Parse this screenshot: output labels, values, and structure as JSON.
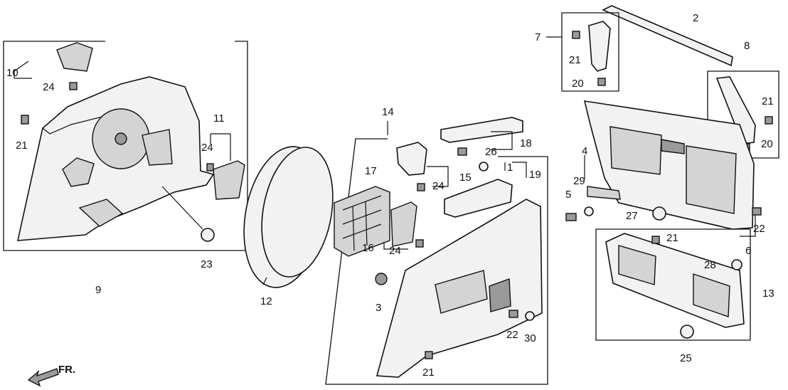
{
  "labels": {
    "c1": "1",
    "c2": "2",
    "c3": "3",
    "c4": "4",
    "c5": "5",
    "c6": "6",
    "c7": "7",
    "c8": "8",
    "c9": "9",
    "c10": "10",
    "c11": "11",
    "c12": "12",
    "c13": "13",
    "c14": "14",
    "c15": "15",
    "c16": "16",
    "c17": "17",
    "c18": "18",
    "c19": "19",
    "c20a": "20",
    "c20b": "20",
    "c21a": "21",
    "c21b": "21",
    "c21c": "21",
    "c21d": "21",
    "c21e": "21",
    "c22a": "22",
    "c22b": "22",
    "c23": "23",
    "c24a": "24",
    "c24b": "24",
    "c24c": "24",
    "c24d": "24",
    "c25": "25",
    "c26": "26",
    "c27": "27",
    "c28": "28",
    "c29": "29",
    "c30": "30"
  },
  "direction_label": "FR.",
  "colors": {
    "line": "#111111",
    "background": "#ffffff"
  }
}
